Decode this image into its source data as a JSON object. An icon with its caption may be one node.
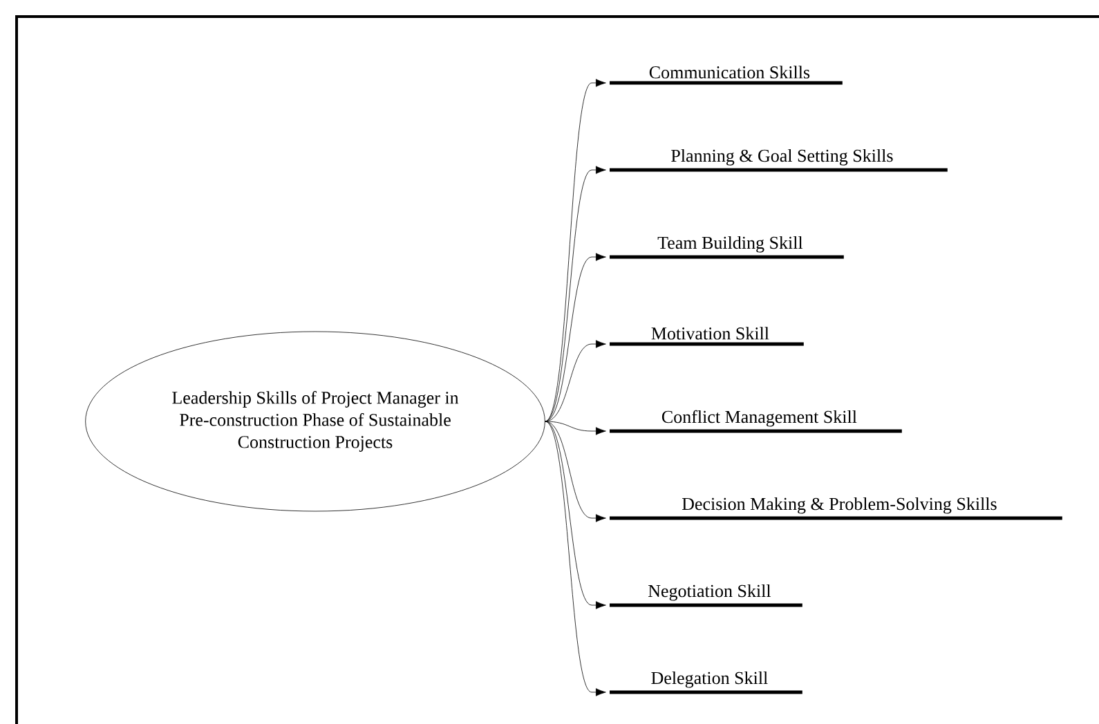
{
  "diagram": {
    "nodes": [
      {
        "text": [
          "Leadership Skills of Project Manager in Pre-construction Phase of Sustainable Construction Projects"
        ]
      },
      {
        "text": [
          "Communication Skills"
        ]
      },
      {
        "text": [
          "Planning & Goal Setting Skills"
        ]
      },
      {
        "text": [
          "Team Building Skill"
        ]
      },
      {
        "text": [
          "Motivation Skill"
        ]
      },
      {
        "text": [
          "Conflict Management Skill"
        ]
      },
      {
        "text": [
          "Decision Making & Problem-Solving Skills"
        ]
      },
      {
        "text": [
          "Negotiation Skill"
        ]
      },
      {
        "text": [
          "Delegation Skill"
        ]
      }
    ],
    "edges": [
      {
        "from": 0,
        "to": 1,
        "arrow": "to"
      },
      {
        "from": 0,
        "to": 2,
        "arrow": "to"
      },
      {
        "from": 0,
        "to": 3,
        "arrow": "to"
      },
      {
        "from": 0,
        "to": 4,
        "arrow": "to"
      },
      {
        "from": 0,
        "to": 5,
        "arrow": "to"
      },
      {
        "from": 0,
        "to": 6,
        "arrow": "to"
      },
      {
        "from": 0,
        "to": 7,
        "arrow": "to"
      },
      {
        "from": 0,
        "to": 8,
        "arrow": "to"
      }
    ]
  }
}
